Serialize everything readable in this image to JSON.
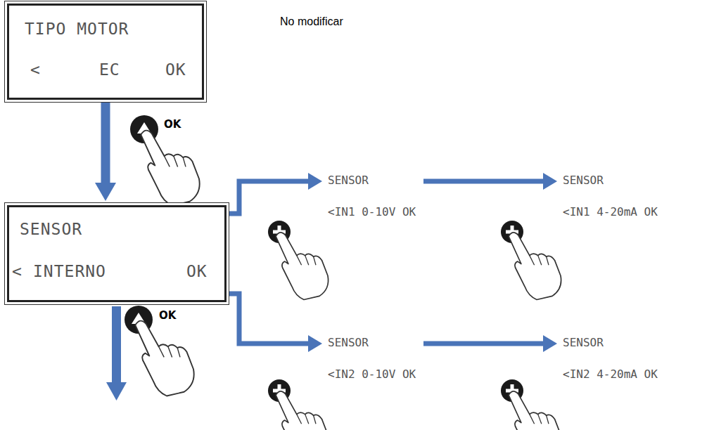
{
  "diagram": {
    "nodes": [
      {
        "text": [
          "TIPO MOTOR",
          "<",
          "EC",
          "OK"
        ]
      },
      {
        "text": [
          "SENSOR",
          "<",
          "INTERNO",
          "OK"
        ]
      },
      {
        "text": [
          "SENSOR",
          "<IN1 0-10V OK"
        ]
      },
      {
        "text": [
          "SENSOR",
          "<IN1 4-20mA OK"
        ]
      },
      {
        "text": [
          "SENSOR",
          "<IN2 0-10V OK"
        ]
      },
      {
        "text": [
          "SENSOR",
          "<IN2 4-20mA OK"
        ]
      }
    ],
    "edges": [
      {
        "from": 0,
        "to": 1,
        "arrow": "to"
      },
      {
        "from": 1,
        "to": 2,
        "arrow": "to"
      },
      {
        "from": 2,
        "to": 3,
        "arrow": "to"
      },
      {
        "from": 1,
        "to": 4,
        "arrow": "to"
      },
      {
        "from": 4,
        "to": 5,
        "arrow": "to"
      }
    ],
    "labels": [
      "No modificar",
      "OK",
      "OK"
    ]
  }
}
